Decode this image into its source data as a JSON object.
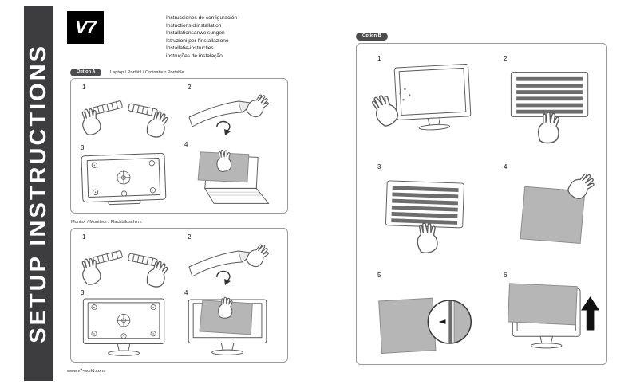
{
  "page": {
    "title": "SETUP INSTRUCTIONS",
    "footer_url": "www.v7-world.com"
  },
  "logo": {
    "text": "V7"
  },
  "intro": {
    "languages": [
      "Instrucciones de configuración",
      "Instuctions d'installation",
      "Installationsanweisungen",
      "Istruzioni per l'installazione",
      "Installatie-instructies",
      "instruções de instalação"
    ]
  },
  "option_a": {
    "badge": "Option A",
    "device_label": "Laptop / Portátil / Ordinateur Portable",
    "monitor_label": "Monitor / Moniteur / Flachbildschirm",
    "laptop_steps": [
      "1",
      "2",
      "3",
      "4"
    ],
    "monitor_steps": [
      "1",
      "2",
      "3",
      "4"
    ]
  },
  "option_b": {
    "badge": "Option B",
    "steps": [
      "1",
      "2",
      "3",
      "4",
      "5",
      "6"
    ]
  },
  "colors": {
    "sidebar_bg": "#3d3d3f",
    "badge_bg": "#4c4c4e",
    "panel_border": "#9a9a9a",
    "filter_gray": "#b6b6b6",
    "stripe_gray": "#6d6d6d"
  }
}
